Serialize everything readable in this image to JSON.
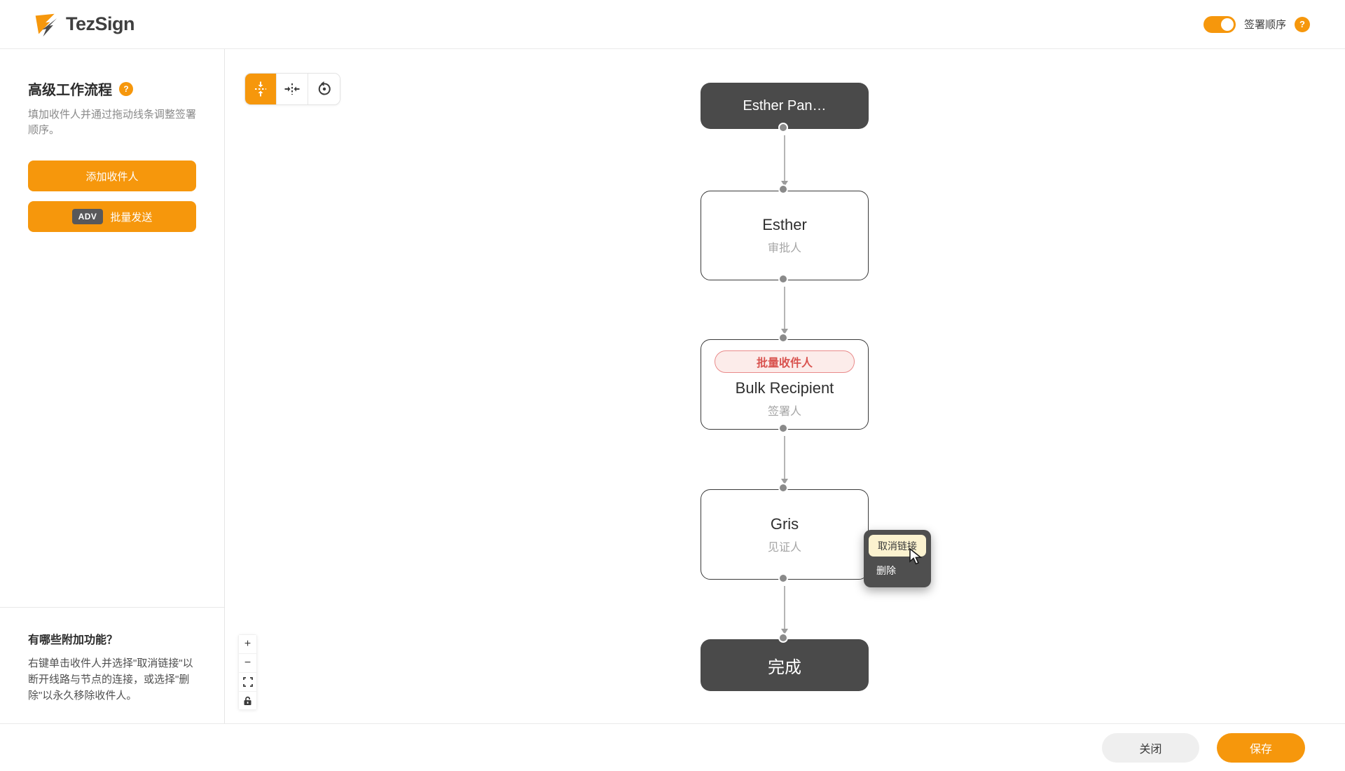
{
  "app": {
    "name": "TezSign"
  },
  "header": {
    "sign_order_toggle": {
      "label": "签署顺序",
      "state": "on"
    },
    "help_glyph": "?"
  },
  "sidebar": {
    "title": "高级工作流程",
    "title_help_glyph": "?",
    "subtitle": "填加收件人并通过拖动线条调整签署顺序。",
    "buttons": {
      "add_recipient": "添加收件人",
      "bulk_badge": "ADV",
      "bulk_send": "批量发送"
    },
    "extras": {
      "title": "有哪些附加功能？",
      "body": "右键单击收件人并选择\"取消链接\"以断开线路与节点的连接，或选择\"删除\"以永久移除收件人。"
    }
  },
  "canvas": {
    "toolbar": [
      {
        "name": "align-vertical",
        "active": true
      },
      {
        "name": "align-horizontal",
        "active": false
      },
      {
        "name": "reset-layout",
        "active": false
      }
    ],
    "nodes": [
      {
        "type": "start",
        "label": "Esther Pan…"
      },
      {
        "type": "recipient",
        "name": "Esther",
        "role": "审批人"
      },
      {
        "type": "recipient",
        "badge": "批量收件人",
        "name": "Bulk Recipient",
        "role": "签署人"
      },
      {
        "type": "recipient",
        "name": "Gris",
        "role": "见证人"
      },
      {
        "type": "end",
        "label": "完成"
      }
    ],
    "context_menu": {
      "unlink": "取消链接",
      "delete": "删除"
    },
    "zoom_controls": {
      "zoom_in": "+",
      "zoom_out": "−"
    }
  },
  "footer": {
    "close": "关闭",
    "save": "保存"
  },
  "colors": {
    "accent_orange": "#F6970C",
    "node_dark": "#4A4A4A",
    "badge_red_text": "#D9534F",
    "badge_red_border": "#E98A8A",
    "badge_red_bg": "#FCECEA",
    "menu_bg": "#4F4F4F",
    "menu_highlight": "#FBF2CF",
    "edge_gray": "#9C9C9C"
  }
}
